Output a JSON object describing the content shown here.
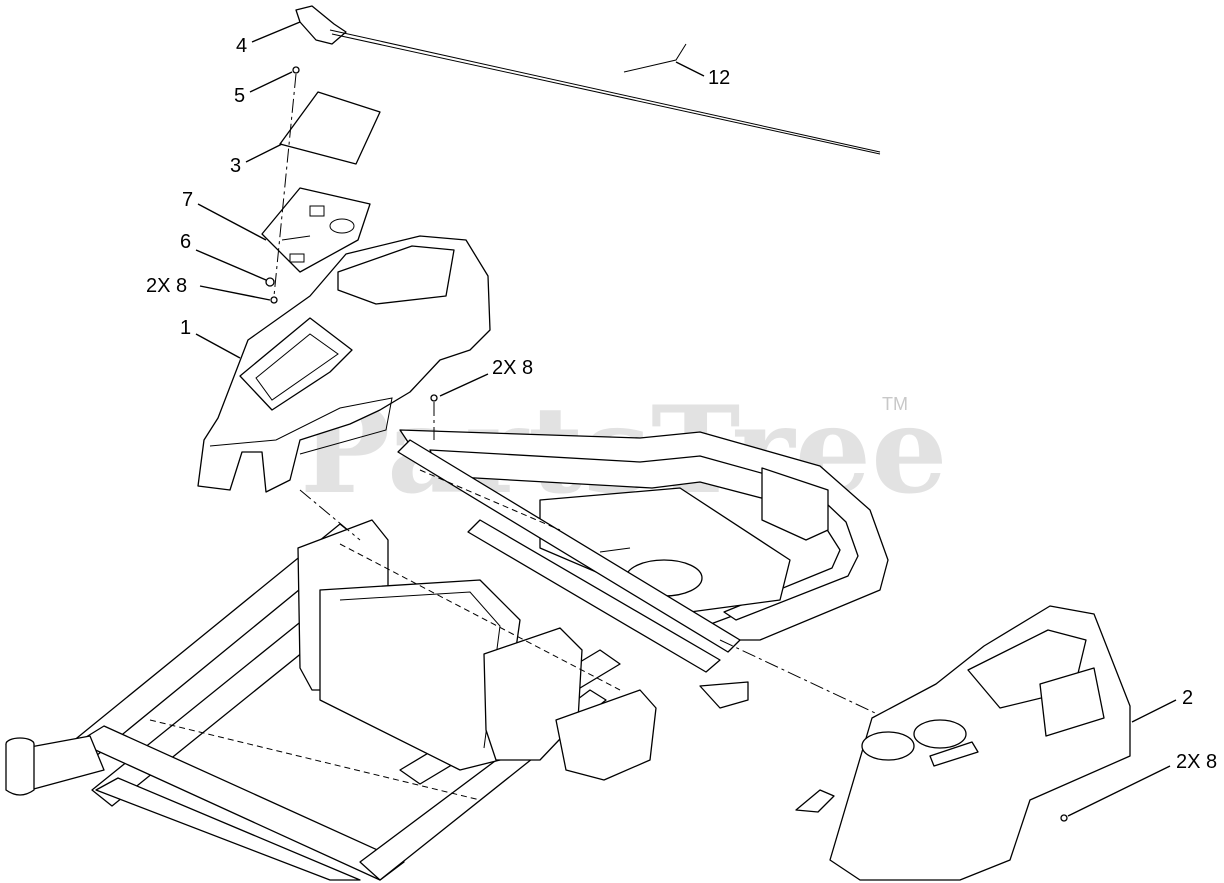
{
  "watermark": {
    "text": "PartsTree",
    "trademark": "TM"
  },
  "callouts": {
    "c4": "4",
    "c5": "5",
    "c3": "3",
    "c7": "7",
    "c6": "6",
    "c8a": "2X 8",
    "c1": "1",
    "c8b": "2X 8",
    "c12": "12",
    "c2": "2",
    "c8c": "2X 8"
  }
}
